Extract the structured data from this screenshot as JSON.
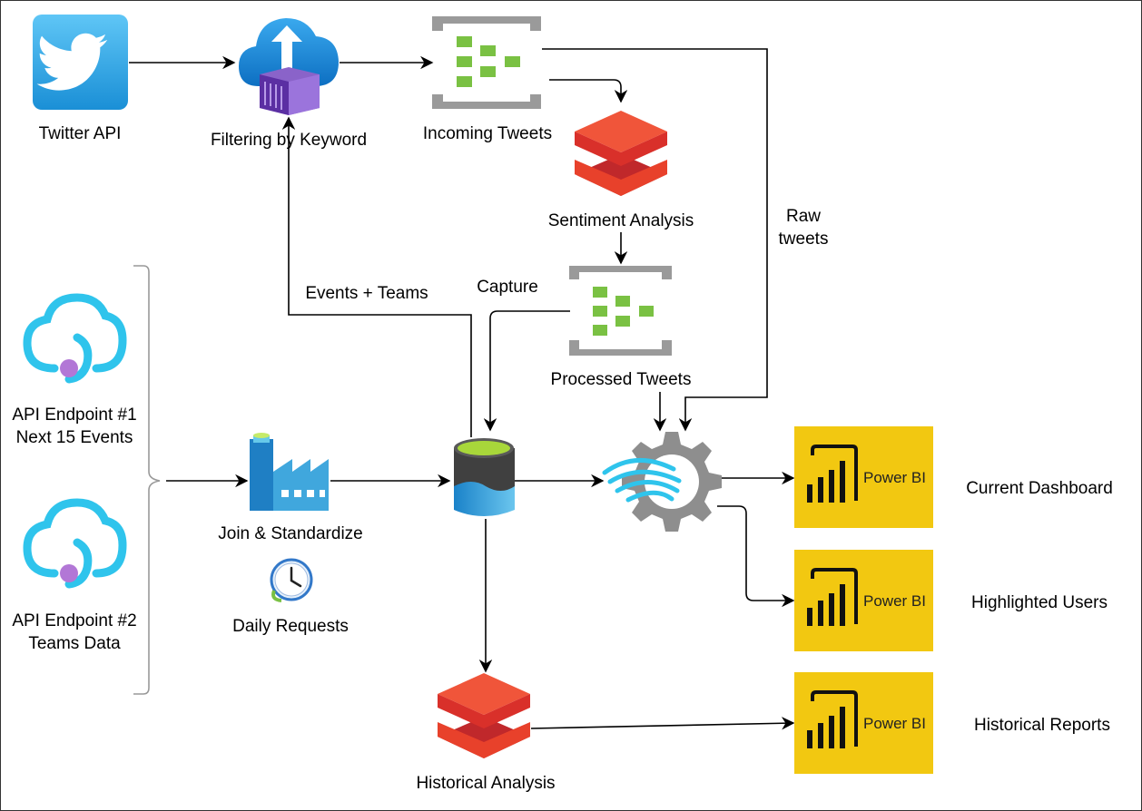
{
  "nodes": {
    "twitter_api": "Twitter API",
    "filtering": "Filtering by Keyword",
    "incoming_tweets": "Incoming Tweets",
    "sentiment_analysis": "Sentiment Analysis",
    "processed_tweets": "Processed Tweets",
    "api_endpoint_1": "API Endpoint #1",
    "api_endpoint_1_sub": "Next 15 Events",
    "api_endpoint_2": "API Endpoint #2",
    "api_endpoint_2_sub": "Teams Data",
    "join_standardize": "Join & Standardize",
    "daily_requests": "Daily Requests",
    "historical_analysis": "Historical Analysis",
    "current_dashboard": "Current Dashboard",
    "highlighted_users": "Highlighted Users",
    "historical_reports": "Historical Reports"
  },
  "edges": {
    "events_teams": "Events + Teams",
    "capture": "Capture",
    "raw_tweets_1": "Raw",
    "raw_tweets_2": "tweets"
  },
  "powerbi_label": "Power BI",
  "colors": {
    "powerbi_bg": "#f2c811",
    "databricks_red": "#e8412b",
    "eventhub_green": "#7ac143",
    "twitter_blue": "#1da1f2",
    "azure_blue": "#0f88d6"
  }
}
